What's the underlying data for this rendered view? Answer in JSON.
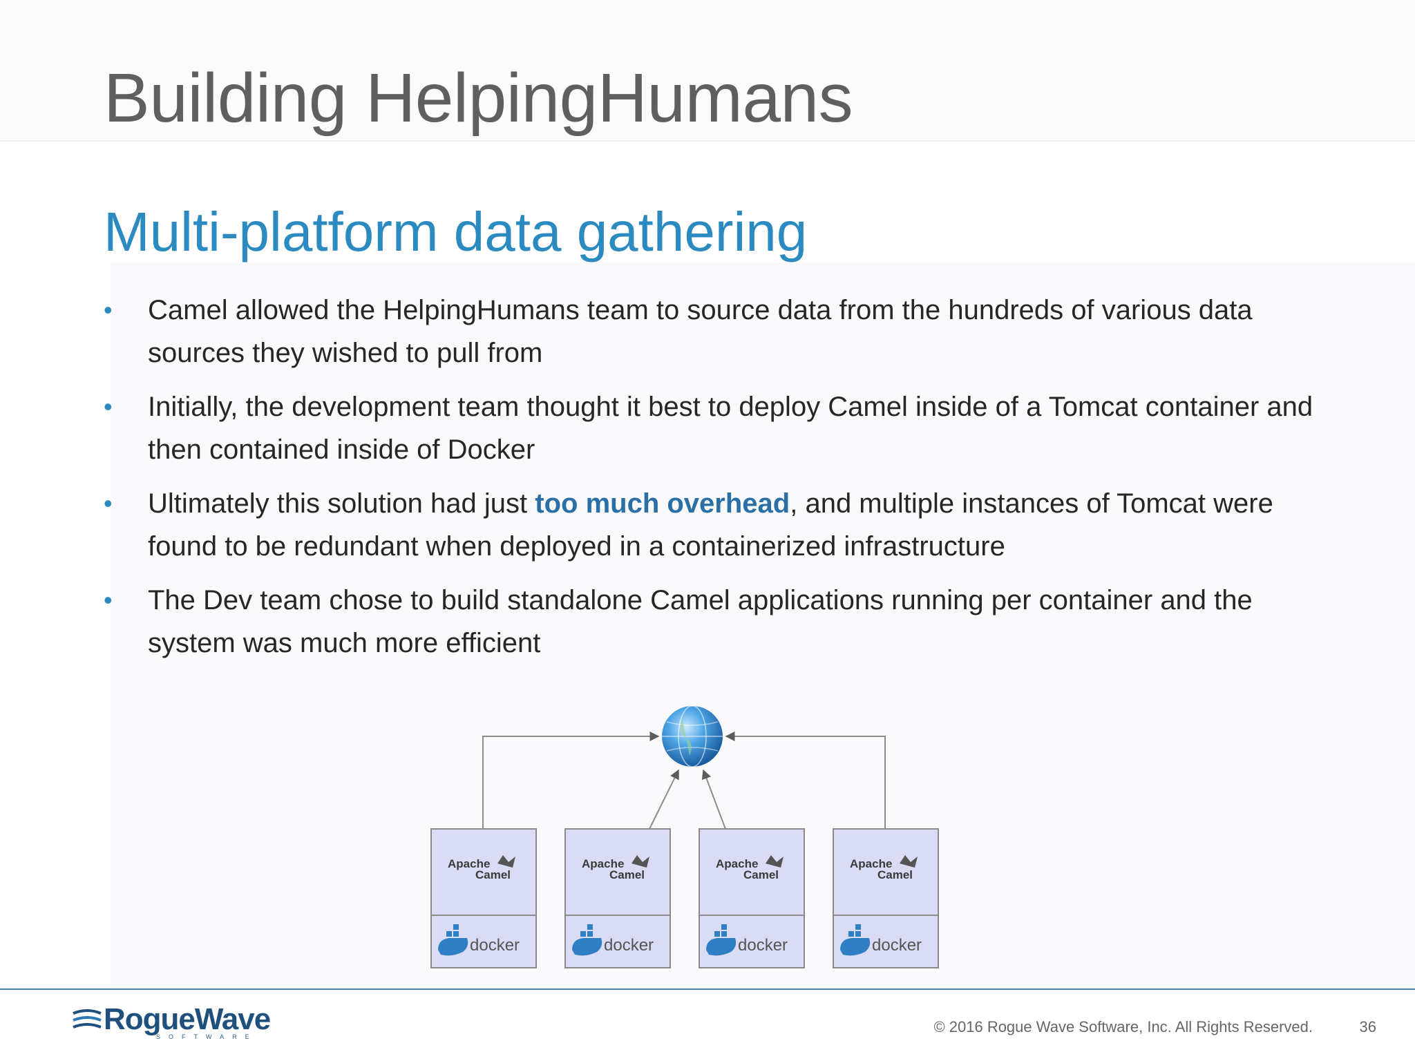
{
  "slide": {
    "title": "Building HelpingHumans",
    "subtitle": "Multi-platform data gathering",
    "bullets": [
      {
        "parts": [
          "Camel allowed the HelpingHumans team to source data from the hundreds of various data sources they wished to pull from"
        ]
      },
      {
        "parts": [
          "Initially, the development team thought it best to deploy Camel inside of a Tomcat container and then contained inside of Docker"
        ]
      },
      {
        "before": "Ultimately this solution had just ",
        "emphasis": "too much overhead",
        "after": ", and multiple instances of Tomcat were found to be redundant when deployed in a containerized infrastructure"
      },
      {
        "parts": [
          "The Dev team chose to build standalone Camel applications running per container and the system was much more efficient"
        ]
      }
    ]
  },
  "diagram": {
    "center_icon": "globe-icon",
    "nodes": [
      {
        "camel_line1": "Apache",
        "camel_line2": "Camel",
        "docker": "docker"
      },
      {
        "camel_line1": "Apache",
        "camel_line2": "Camel",
        "docker": "docker"
      },
      {
        "camel_line1": "Apache",
        "camel_line2": "Camel",
        "docker": "docker"
      },
      {
        "camel_line1": "Apache",
        "camel_line2": "Camel",
        "docker": "docker"
      }
    ]
  },
  "footer": {
    "logo_name": "RogueWave",
    "logo_sub": "SOFTWARE",
    "copyright": "© 2016 Rogue Wave Software, Inc. All Rights Reserved.",
    "page_number": "36"
  },
  "colors": {
    "title": "#5f5f5f",
    "subtitle": "#2b8ac0",
    "bullet_text": "#262626",
    "emphasis": "#2a6fa5",
    "footer_line": "#3d86be",
    "node_fill": "#d9dcf4"
  }
}
